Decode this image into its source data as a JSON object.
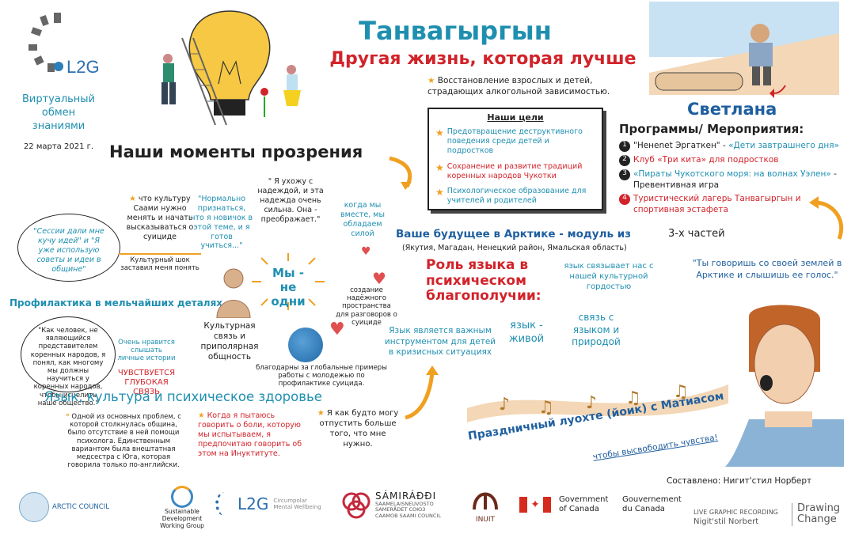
{
  "brand": {
    "logo_text": "L2G",
    "event_lines": [
      "Виртуальный",
      "обмен",
      "знаниями"
    ],
    "date": "22 марта 2021 г."
  },
  "title": {
    "main": "Танвагыргын",
    "subtitle": "Другая жизнь, которая лучше",
    "recovery": "Восстановление взрослых и детей, страдающих алкогольной зависимостью."
  },
  "goals": {
    "heading": "Наши цели",
    "items": [
      "Предотвращение деструктивного поведения среди детей и подростков",
      "Сохранение и развитие традиций коренных народов Чукотки",
      "Психологическое образование для учителей и родителей"
    ]
  },
  "svetlana": {
    "name": "Светлана"
  },
  "programs": {
    "heading": "Программы/ Мероприятия:",
    "items": [
      {
        "num": "1",
        "a": "\"Ненenet Эргаткен\" - ",
        "b": "«Дети завтрашнего дня»"
      },
      {
        "num": "2",
        "a": "Клуб «Три кита» для подростков",
        "b": ""
      },
      {
        "num": "3",
        "a": "«Пираты Чукотского моря: на волнах Уэлен»",
        "b": " - Превентивная игра"
      },
      {
        "num": "4",
        "a": "Туристический лагерь Танвагыргын и спортивная эстафета",
        "b": ""
      }
    ]
  },
  "insights": {
    "heading": "Наши моменты прозрения",
    "center": "Мы - не одни",
    "sessions": "\"Сессии дали мне кучу идей\" и \"Я уже использую советы и идеи в общине\"",
    "saami": "что культуру Саами нужно менять и начать высказываться о суициде",
    "normal": "\"Нормально признаться, что я новичок в этой теме, и я готов учиться...\"",
    "hope": "\" Я ухожу с надеждой, и эта надежда очень сильна. Она - преображает.\"",
    "together": "когда мы вместе, мы обладаем силой",
    "shock": "Культурный шок заставил меня понять",
    "safe_space": "создание надёжного пространства для разговоров о суициде",
    "prevention": "Профилактика в мельчайших деталях",
    "non_indigenous": "\"Как человек, не являющийся представителем коренных народов, я понял, как многому мы должны научиться у коренных народов, чтобы исцелить наше общество.\"",
    "stories": "Очень нравится слышать личные истории",
    "deep": "ЧУВСТВУЕТСЯ ГЛУБОКАЯ СВЯЗЬ",
    "cultural": "Культурная связь и приполярная общность",
    "global": "благодарны за глобальные примеры работы с молодежью по профилактике суицида."
  },
  "arctic": {
    "module": "Ваше будущее в Арктике - модуль из",
    "parts": "3-х частей",
    "regions": "(Якутия, Магадан, Ненецкий район, Ямальская область)",
    "role": "Роль языка в психическом благополучии:",
    "instrument": "Язык является важным инструментом для детей в кризисных ситуациях",
    "alive": "язык - живой",
    "nature": "связь с языком и природой",
    "pride": "язык связывает нас с нашей культурной гордостью",
    "quote": "\"Ты говоришь со своей землей в Арктике и слышишь ее голос.\""
  },
  "language": {
    "heading": "Язык, культура и психическое здоровье",
    "q1": "Одной из основных проблем, с которой столкнулась община, было отсутствие в ней помощи психолога. Единственным вариантом была внештатная медсестра с Юга, которая говорила только по-английски.",
    "q2": "Когда я пытаюсь говорить о боли, которую мы испытываем, я предпочитаю говорить об этом на Инуктитуте.",
    "q3": "Я как будто могу отпустить больше того, что мне нужно."
  },
  "yoik": {
    "title": "Праздничный луохте (йоик) с Матиасом",
    "sub": "чтобы высвободить чувства!"
  },
  "credit": "Составлено: Нигит'стил Норберт",
  "footer": {
    "arctic_council": "ARCTIC COUNCIL",
    "sdwg": "Sustainable Development Working Group",
    "l2g": "L2G",
    "l2g_sub": "Circumpolar Mental Wellbeing",
    "saami_title": "SÁMIRÁÐÐI",
    "saami_sub": "SAAMELAISNEUVOSTO SAMERÅDET СОЮЗ СААМОВ SAAMI COUNCIL",
    "inuit": "INUIT",
    "gov_en": "Government of Canada",
    "gov_fr": "Gouvernement du Canada",
    "rec1": "LIVE GRAPHIC RECORDING",
    "rec2": "Nigit'stil Norbert",
    "drawing": "Drawing Change"
  },
  "colors": {
    "teal": "#1f8fb0",
    "red": "#d2232a",
    "star": "#f0a020",
    "bulb": "#f6c843"
  }
}
